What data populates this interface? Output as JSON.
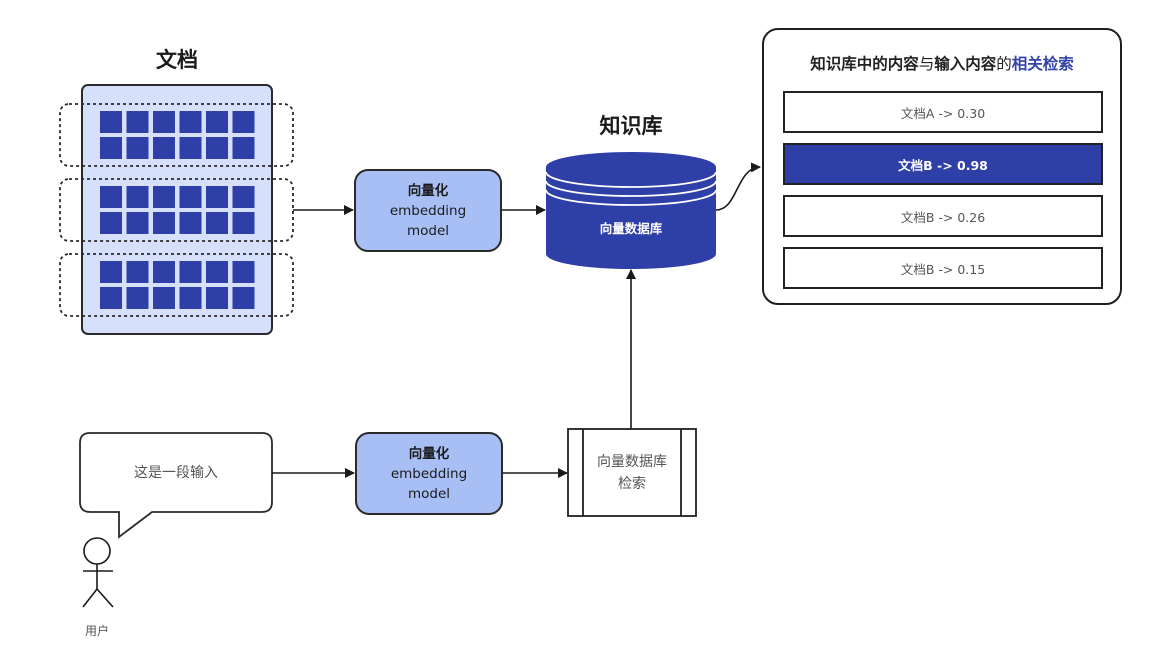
{
  "documents": {
    "title": "文档",
    "chunks": 3,
    "rows_per_chunk": 2,
    "cols_per_row": 6
  },
  "embedding_top": {
    "line1": "向量化",
    "line2": "embedding",
    "line3": "model"
  },
  "embedding_bottom": {
    "line1": "向量化",
    "line2": "embedding",
    "line3": "model"
  },
  "knowledge_base": {
    "title": "知识库",
    "db_label": "向量数据库"
  },
  "results_panel": {
    "title_parts": [
      {
        "text": "知识库中的内容",
        "style": "b"
      },
      {
        "text": "与",
        "style": ""
      },
      {
        "text": "输入内容",
        "style": "b"
      },
      {
        "text": "的",
        "style": ""
      },
      {
        "text": "相关检索",
        "style": "accent"
      }
    ],
    "rows": [
      {
        "label": "文档A -> 0.30",
        "highlighted": false
      },
      {
        "label": "文档B -> 0.98",
        "highlighted": true
      },
      {
        "label": "文档B -> 0.26",
        "highlighted": false
      },
      {
        "label": "文档B -> 0.15",
        "highlighted": false
      }
    ]
  },
  "user_input": {
    "bubble_text": "这是一段输入",
    "user_label": "用户"
  },
  "retrieval": {
    "line1": "向量数据库",
    "line2": "检索"
  },
  "colors": {
    "dark_blue": "#2f3fa8",
    "light_blue_box": "#a8bff5",
    "doc_bg": "#d6e0fb",
    "accent_text": "#3344aa"
  }
}
